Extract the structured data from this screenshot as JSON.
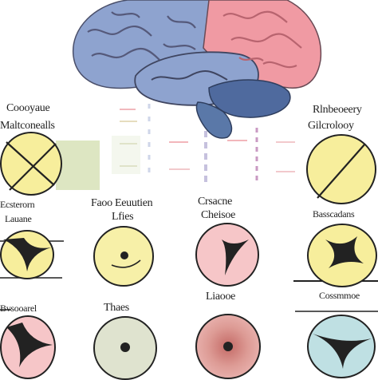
{
  "diagram": {
    "labels": [
      {
        "key": "l1a",
        "text": "Coooyaue"
      },
      {
        "key": "l1b",
        "text": "Maltconealls"
      },
      {
        "key": "l2a",
        "text": "Rlnbeoeery"
      },
      {
        "key": "l2b",
        "text": "Gilcrolooy"
      },
      {
        "key": "l3a",
        "text": "Ecsterorn"
      },
      {
        "key": "l3b",
        "text": "Lauane"
      },
      {
        "key": "l4a",
        "text": "Faoo Eeuutien"
      },
      {
        "key": "l4b",
        "text": "Lfies"
      },
      {
        "key": "l5a",
        "text": "Crsacne"
      },
      {
        "key": "l5b",
        "text": "Cheisoe"
      },
      {
        "key": "l6",
        "text": "Basscadans"
      },
      {
        "key": "l7",
        "text": "Bvsooarel"
      },
      {
        "key": "l8",
        "text": "Thaes"
      },
      {
        "key": "l9",
        "text": "Liaooe"
      },
      {
        "key": "l10",
        "text": "Cossmmoe"
      }
    ],
    "colors": {
      "brain_left": "#8ea3cf",
      "brain_right": "#f09aa3",
      "cerebellum": "#4f6a9e",
      "stem": "#5a78a8",
      "yellow": "#f7ee9c",
      "pink": "#f6c6c8",
      "sage": "#dfe3cf",
      "teal": "#bfe0e3",
      "outline": "#222222"
    },
    "icons": [
      "brain-illustration",
      "star-symbol",
      "dot-symbol",
      "cross-symbol"
    ]
  }
}
